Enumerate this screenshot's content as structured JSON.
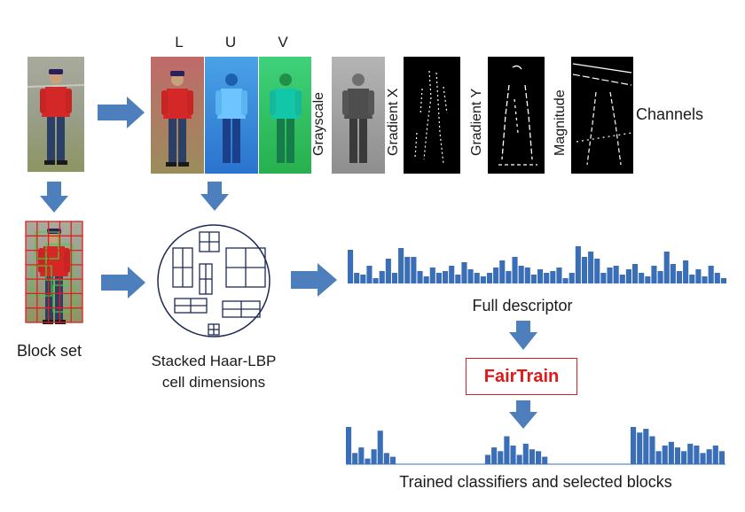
{
  "channel_letters": {
    "l": "L",
    "u": "U",
    "v": "V"
  },
  "channel_labels": {
    "grayscale": "Grayscale",
    "gradient_x": "Gradient X",
    "gradient_y": "Gradient Y",
    "magnitude": "Magnitude",
    "channels": "Channels"
  },
  "labels": {
    "block_set": "Block set",
    "haar_line1": "Stacked Haar-LBP",
    "haar_line2": "cell dimensions",
    "full_descriptor": "Full descriptor",
    "fairtrain": "FairTrain",
    "trained": "Trained classifiers and selected blocks"
  },
  "colors": {
    "arrow": "#4d7fbd",
    "bar": "#3a6fb8",
    "fairtrain_red": "#e01818",
    "grid_red": "#e02020",
    "grid_green": "#39d639"
  },
  "histograms": {
    "full": [
      38,
      12,
      10,
      20,
      6,
      14,
      28,
      12,
      40,
      30,
      30,
      14,
      8,
      18,
      12,
      14,
      20,
      10,
      24,
      16,
      12,
      8,
      12,
      18,
      26,
      14,
      30,
      20,
      18,
      10,
      16,
      12,
      14,
      18,
      6,
      12,
      42,
      30,
      36,
      28,
      12,
      18,
      20,
      10,
      16,
      22,
      12,
      8,
      20,
      14,
      36,
      22,
      14,
      26,
      10,
      16,
      8,
      20,
      12,
      6
    ],
    "selected": [
      40,
      12,
      18,
      6,
      16,
      36,
      12,
      8,
      0,
      0,
      0,
      0,
      0,
      0,
      0,
      0,
      0,
      0,
      0,
      0,
      0,
      0,
      10,
      18,
      14,
      30,
      20,
      10,
      22,
      16,
      14,
      8,
      0,
      0,
      0,
      0,
      0,
      0,
      0,
      0,
      0,
      0,
      0,
      0,
      0,
      40,
      34,
      38,
      30,
      14,
      20,
      24,
      18,
      14,
      22,
      20,
      12,
      16,
      20,
      14
    ]
  }
}
